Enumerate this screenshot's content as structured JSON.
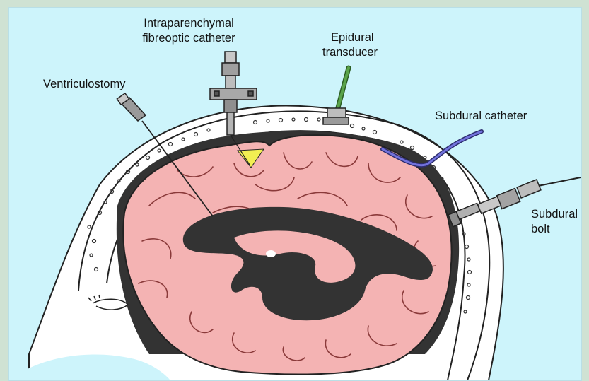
{
  "labels": {
    "intraparenchymal_line1": "Intraparenchymal",
    "intraparenchymal_line2": "fibreoptic catheter",
    "epidural_line1": "Epidural",
    "epidural_line2": "transducer",
    "ventriculostomy": "Ventriculostomy",
    "subdural_catheter": "Subdural catheter",
    "subdural_bolt_line1": "Subdural",
    "subdural_bolt_line2": "bolt"
  },
  "colors": {
    "panel_background": "#cdf4fb",
    "brain": "#f4b3b3",
    "ventricle": "#333333",
    "skull": "#ffffff",
    "epidural_tube": "#5aa34a",
    "subdural_tube": "#6a6ad8",
    "intraparenchymal_wedge": "#f2ee52"
  }
}
